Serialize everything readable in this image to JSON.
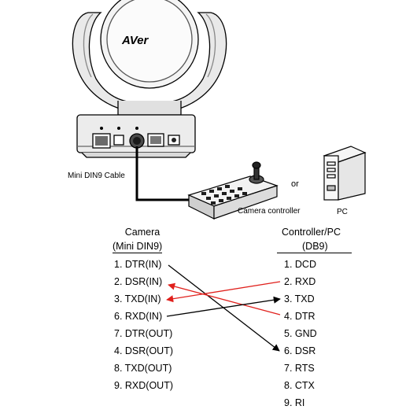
{
  "hardware": {
    "brand_logo_text": "AVer",
    "cable_label": "Mini DIN9 Cable",
    "or_label": "or",
    "controller_label": "Camera controller",
    "pc_label": "PC"
  },
  "pinout": {
    "left_title": "Camera",
    "left_subtitle": "(Mini DIN9)",
    "right_title": "Controller/PC",
    "right_subtitle": "(DB9)",
    "left_pins": [
      "1. DTR(IN)",
      "2. DSR(IN)",
      "3. TXD(IN)",
      "6. RXD(IN)",
      "7. DTR(OUT)",
      "4. DSR(OUT)",
      "8. TXD(OUT)",
      "9. RXD(OUT)"
    ],
    "right_pins": [
      "1. DCD",
      "2. RXD",
      "3. TXD",
      "4. DTR",
      "5. GND",
      "6. DSR",
      "7. RTS",
      "8. CTX",
      "9. RI"
    ],
    "connections": [
      {
        "from": "1. DTR(IN)",
        "to": "6. DSR",
        "color": "#000000"
      },
      {
        "from": "4. DTR",
        "to": "2. DSR(IN)",
        "color": "#e0201c"
      },
      {
        "from": "2. RXD",
        "to": "3. TXD(IN)",
        "color": "#e0201c"
      },
      {
        "from": "6. RXD(IN)",
        "to": "3. TXD",
        "color": "#000000"
      }
    ]
  }
}
